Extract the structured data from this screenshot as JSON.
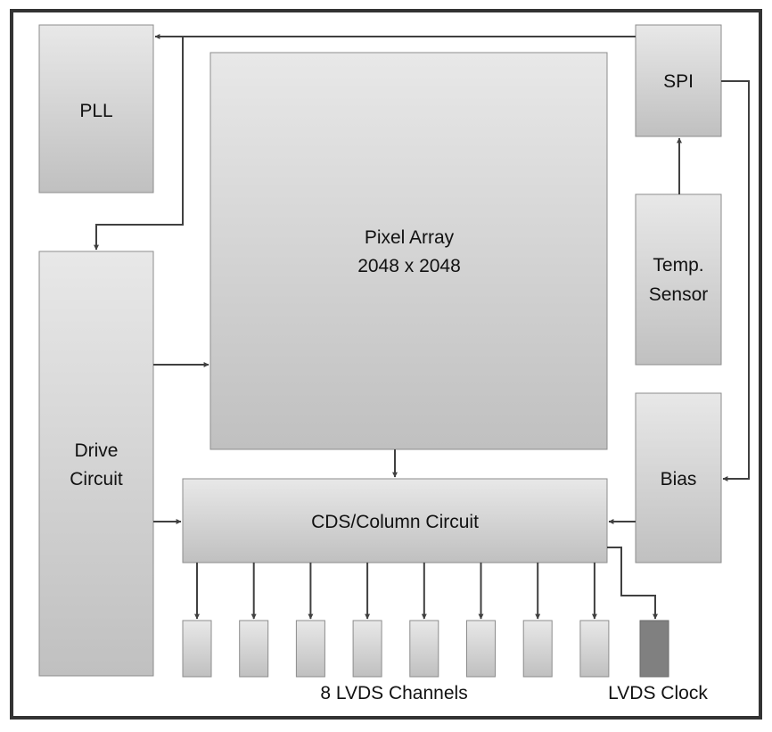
{
  "blocks": {
    "pll": {
      "label": "PLL"
    },
    "pixel_array": {
      "line1": "Pixel Array",
      "line2": "2048 x 2048"
    },
    "spi": {
      "label": "SPI"
    },
    "temp_sensor": {
      "line1": "Temp.",
      "line2": "Sensor"
    },
    "drive_circuit": {
      "line1": "Drive",
      "line2": "Circuit"
    },
    "bias": {
      "label": "Bias"
    },
    "cds_column": {
      "label": "CDS/Column Circuit"
    }
  },
  "lvds": {
    "channel_count": 8,
    "channels_caption": "8 LVDS Channels",
    "clock_caption": "LVDS Clock"
  },
  "colors": {
    "frame": "#333333",
    "block_top": "#e6e6e6",
    "block_bottom": "#c2c2c2",
    "wire": "#404040",
    "lvds_clock": "#808080"
  }
}
